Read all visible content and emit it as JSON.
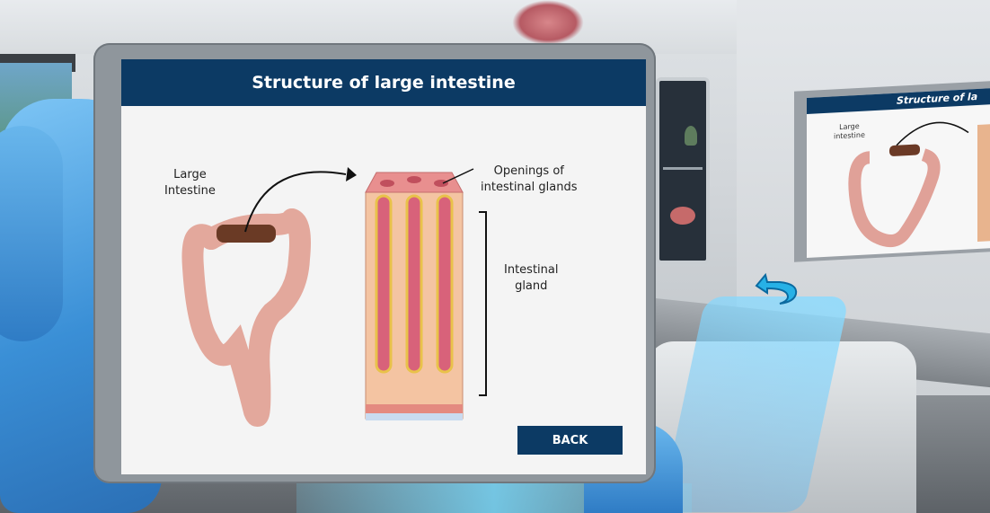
{
  "panel": {
    "title": "Structure of large intestine",
    "labels": {
      "large_intestine": "Large\nIntestine",
      "openings": "Openings of\nintestinal glands",
      "intestinal_gland": "Intestinal\ngland"
    },
    "back_button": "BACK"
  },
  "side_screen": {
    "title": "Structure of la",
    "label": "Large\nintestine"
  },
  "icons": {
    "rotate": "rotate-icon"
  },
  "colors": {
    "header": "#0c3a64",
    "panel_bg": "#f4f4f4",
    "glove": "#3a8fd6",
    "tissue": "#e89a93"
  }
}
